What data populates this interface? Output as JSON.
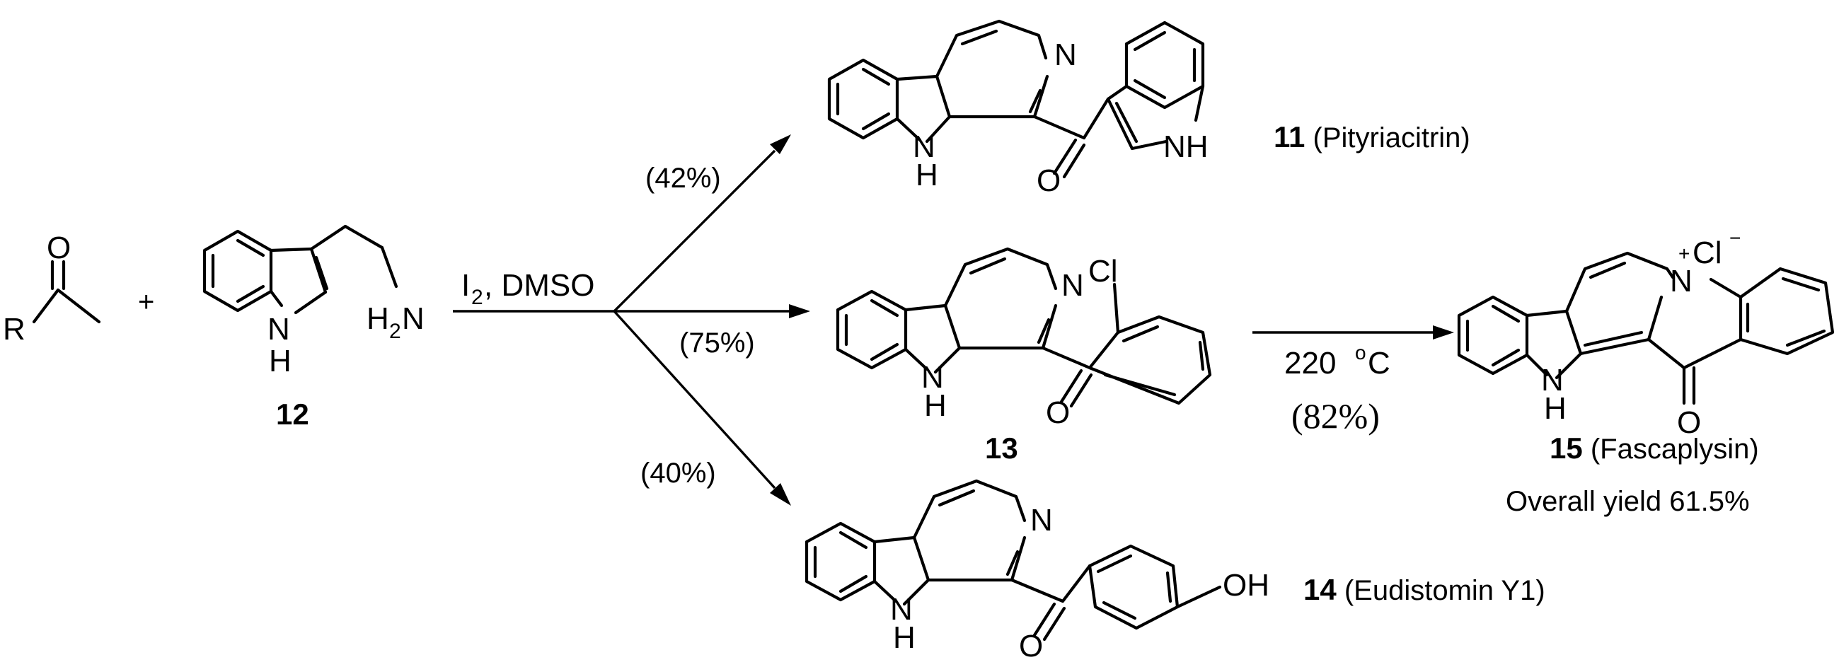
{
  "reagents": {
    "ketone_r": "R",
    "ketone_o": "O",
    "plus": "+",
    "tryptamine_nh2_h": "H",
    "tryptamine_nh2_sub": "2",
    "tryptamine_nh2_n": "N",
    "tryptamine_indole_n": "N",
    "tryptamine_indole_h": "H",
    "tryptamine_number": "12"
  },
  "conditions": {
    "main_reagent": "I",
    "main_reagent_sub": "2",
    "main_solvent": ", DMSO",
    "second_temp": "220 ",
    "second_deg": "o",
    "second_unit": "C",
    "second_yield": "(82%)"
  },
  "yields": {
    "to_11": "(42%)",
    "to_13": "(75%)",
    "to_14": "(40%)"
  },
  "products": {
    "p11": {
      "number": "11",
      "name": " (Pityriacitrin)"
    },
    "p13": {
      "number": "13"
    },
    "p14": {
      "number": "14",
      "name": "  (Eudistomin Y1)"
    },
    "p15": {
      "number": "15",
      "name": "  (Fascaplysin)",
      "overall": "Overall yield 61.5%"
    }
  },
  "atoms": {
    "n": "N",
    "nh": "NH",
    "h": "H",
    "o": "O",
    "cl": "Cl",
    "oh": "OH",
    "plus_charge": "+",
    "chloride": "Cl",
    "minus_charge": "−"
  }
}
